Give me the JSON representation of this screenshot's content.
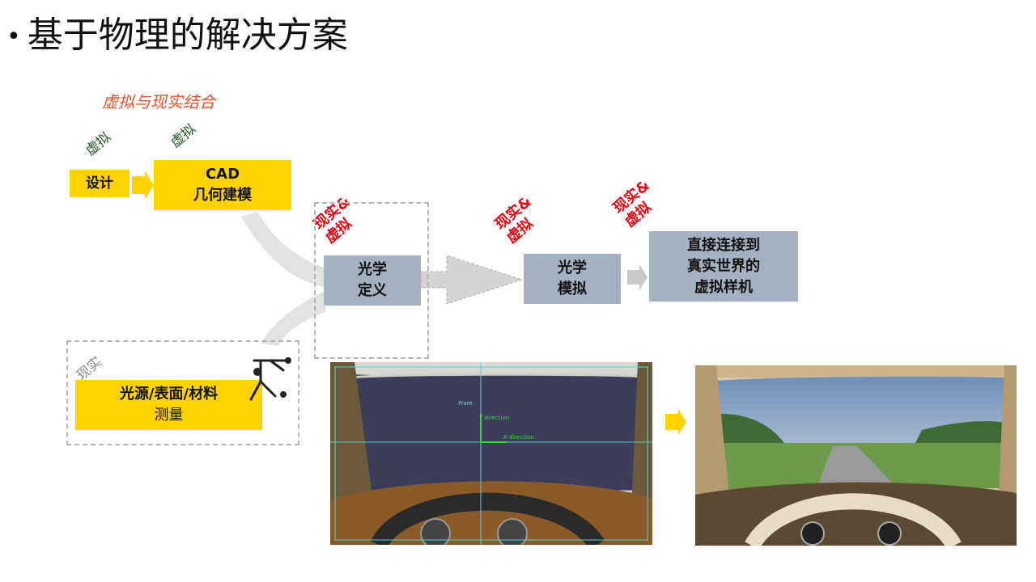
{
  "title": {
    "bullet": "•",
    "text": "基于物理的解决方案"
  },
  "subtitle": "虚拟与现实结合",
  "tags": {
    "virtual_1": "虚拟",
    "virtual_2": "虚拟",
    "real": "现实",
    "real_virtual_1": "现实&\n虚拟",
    "real_virtual_2": "现实&\n虚拟",
    "real_virtual_3": "现实&\n虚拟"
  },
  "boxes": {
    "design": "设计",
    "cad_line1": "CAD",
    "cad_line2": "几何建模",
    "optical_def_line1": "光学",
    "optical_def_line2": "定义",
    "optical_sim_line1": "光学",
    "optical_sim_line2": "模拟",
    "prototype_line1": "直接连接到",
    "prototype_line2": "真实世界的",
    "prototype_line3": "虚拟样机",
    "measure_line1": "光源/表面/材料",
    "measure_line2": "测量"
  },
  "cad_view": {
    "label_front": "Front",
    "label_y": "Y direction",
    "label_x": "X direction"
  },
  "colors": {
    "yellow": "#ffd200",
    "slate": "#a3b1c1",
    "red_tag": "#e60012",
    "subtitle_orange": "#e8502a",
    "green_tag": "#1f5a1f"
  }
}
